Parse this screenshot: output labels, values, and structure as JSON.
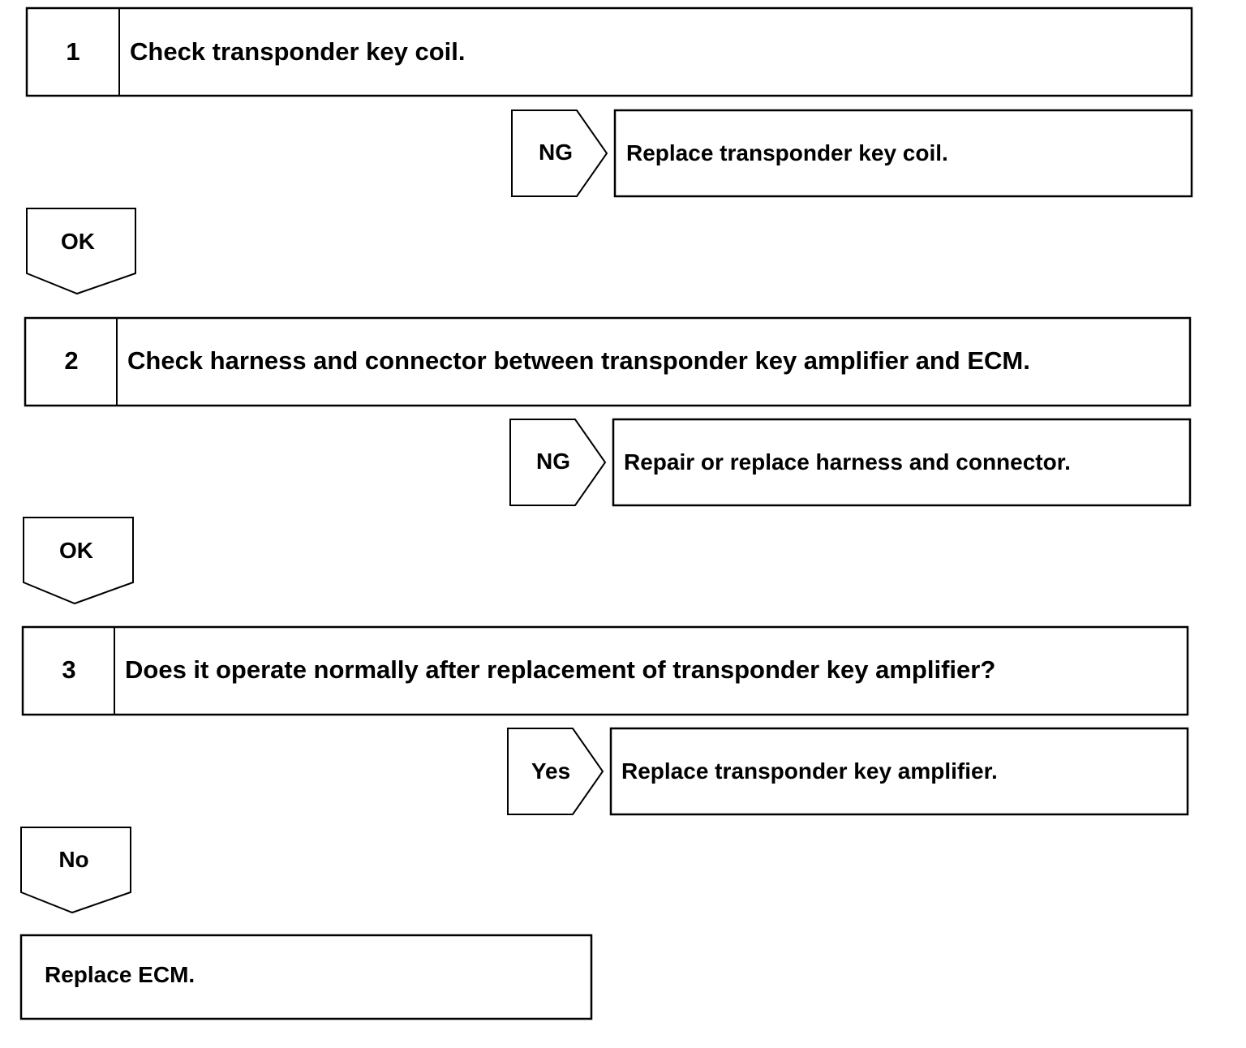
{
  "steps": [
    {
      "number": "1",
      "text": "Check transponder key coil.",
      "branch": {
        "label": "NG",
        "action": "Replace transponder key coil."
      },
      "continue_label": "OK"
    },
    {
      "number": "2",
      "text": "Check harness and connector between transponder key amplifier and ECM.",
      "branch": {
        "label": "NG",
        "action": "Repair or replace harness and connector."
      },
      "continue_label": "OK"
    },
    {
      "number": "3",
      "text": "Does it operate normally after replacement of transponder key amplifier?",
      "branch": {
        "label": "Yes",
        "action": "Replace transponder key amplifier."
      },
      "continue_label": "No"
    }
  ],
  "final_action": "Replace ECM."
}
